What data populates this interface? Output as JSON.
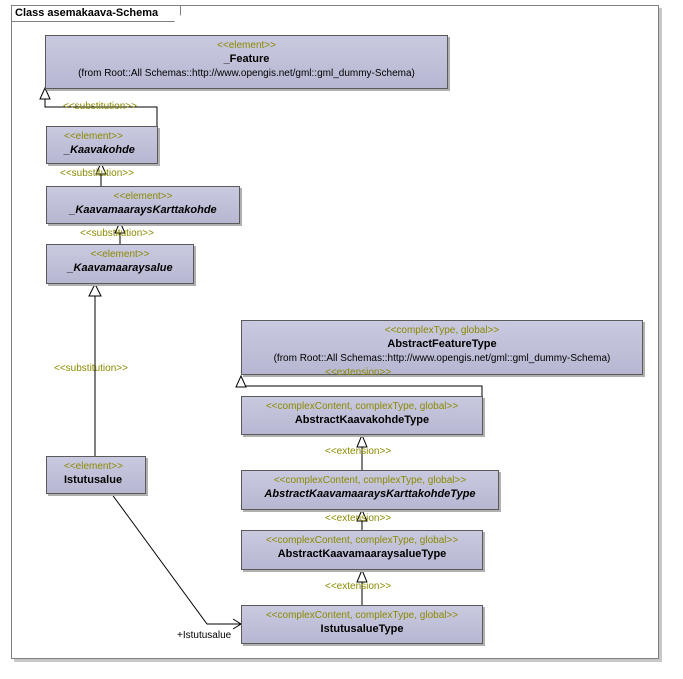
{
  "diagram_title": "Class asemakaava-Schema",
  "elements": {
    "feature": {
      "stereotype": "<<element>>",
      "name": "_Feature",
      "from": "(from Root::All Schemas::http://www.opengis.net/gml::gml_dummy-Schema)"
    },
    "kaavakohde": {
      "stereotype": "<<element>>",
      "name": "_Kaavakohde"
    },
    "kaavamaarayskarttakohde": {
      "stereotype": "<<element>>",
      "name": "_KaavamaaraysKarttakohde"
    },
    "kaavamaaraysalue": {
      "stereotype": "<<element>>",
      "name": "_Kaavamaaraysalue"
    },
    "istutusalue": {
      "stereotype": "<<element>>",
      "name": "Istutusalue"
    }
  },
  "types": {
    "abstract_feature_type": {
      "stereotype": "<<complexType, global>>",
      "name": "AbstractFeatureType",
      "from": "(from Root::All Schemas::http://www.opengis.net/gml::gml_dummy-Schema)"
    },
    "abstract_kaavakohde_type": {
      "stereotype": "<<complexContent, complexType, global>>",
      "name": "AbstractKaavakohdeType"
    },
    "abstract_kaavamaarays_karttakohde_type": {
      "stereotype": "<<complexContent, complexType, global>>",
      "name": "AbstractKaavamaaraysKarttakohdeType"
    },
    "abstract_kaavamaaraysalue_type": {
      "stereotype": "<<complexContent, complexType, global>>",
      "name": "AbstractKaavamaaraysalueType"
    },
    "istutusalue_type": {
      "stereotype": "<<complexContent, complexType, global>>",
      "name": "IstutusalueType"
    }
  },
  "relations": {
    "substitution_label": "<<substitution>>",
    "extension_label": "<<extension>>",
    "association_role": "+Istutusalue"
  },
  "colors": {
    "box_fill": "#c0c0d9",
    "stereotype_text": "#8a8a00",
    "border": "#5a5a5a"
  }
}
